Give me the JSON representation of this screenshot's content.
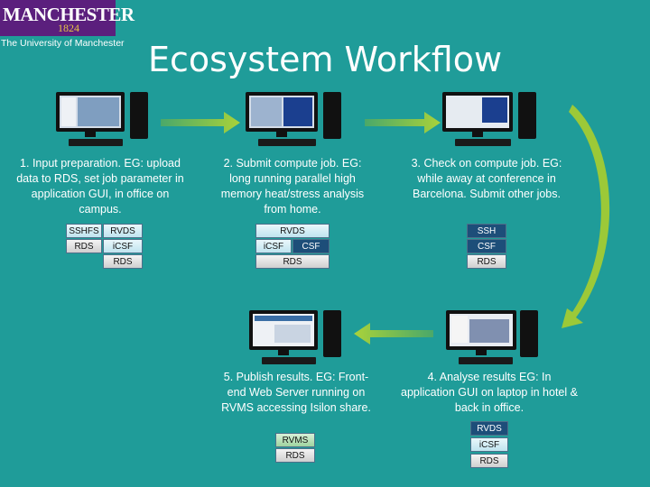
{
  "logo": {
    "word": "MANCHESTER",
    "year": "1824",
    "sub": "The University of Manchester"
  },
  "title": "Ecosystem Workflow",
  "steps": [
    {
      "text": "1. Input preparation. EG: upload data to RDS, set job parameter in application GUI, in office on campus.",
      "tags": [
        "SSHFS",
        "RVDS",
        "RDS",
        "iCSF",
        "RDS"
      ]
    },
    {
      "text": "2. Submit compute job. EG: long running parallel high memory heat/stress analysis from home.",
      "tags": [
        "RVDS",
        "iCSF",
        "CSF",
        "RDS"
      ]
    },
    {
      "text": "3. Check on compute job. EG: while away at conference in Barcelona. Submit other jobs.",
      "tags": [
        "SSH",
        "CSF",
        "RDS"
      ]
    },
    {
      "text": "4. Analyse results EG: In application GUI on laptop in hotel & back in office.",
      "tags": [
        "RVDS",
        "iCSF",
        "RDS"
      ]
    },
    {
      "text": "5. Publish results. EG: Front-end Web Server running on RVMS accessing Isilon share.",
      "tags": [
        "RVMS",
        "RDS"
      ]
    }
  ],
  "colors": {
    "background": "#1f9c99",
    "arrow": "#8dc63f",
    "logo_bg": "#5b1f7d"
  }
}
